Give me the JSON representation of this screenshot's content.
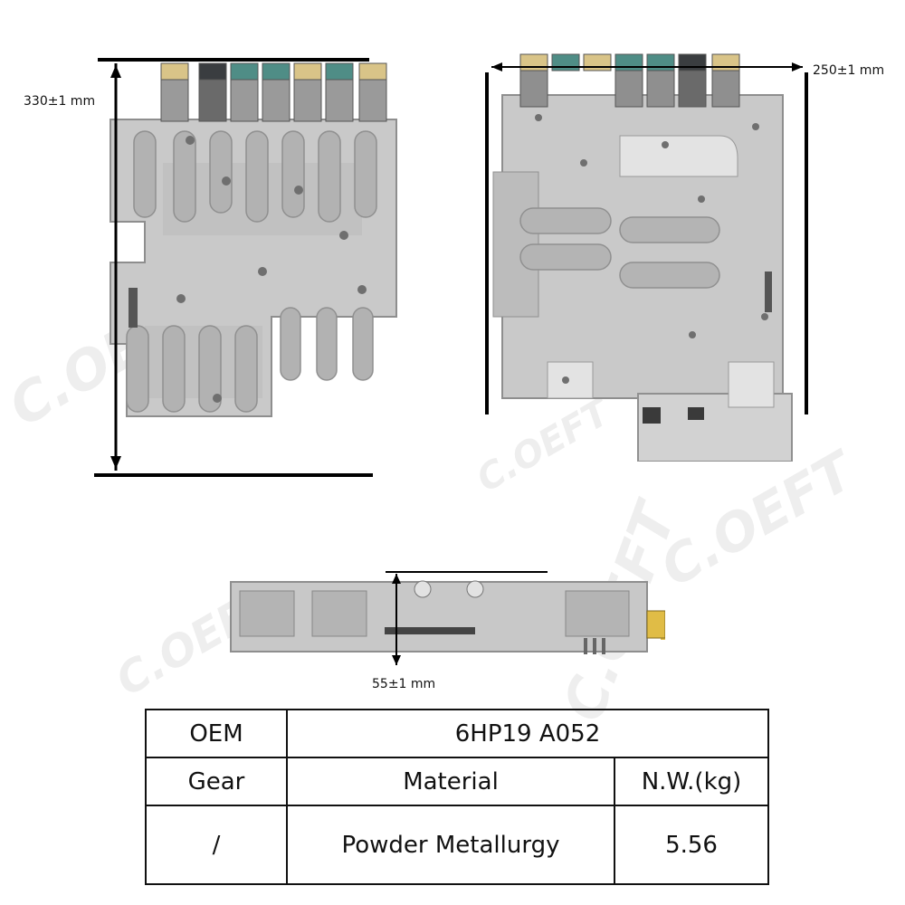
{
  "dimensions": {
    "height": "330±1 mm",
    "width": "250±1 mm",
    "thickness": "55±1 mm"
  },
  "watermark": "C.OEFT",
  "colors": {
    "aluminum": "#c9c9c9",
    "solenoid_green": "#4f8d86",
    "solenoid_tan": "#d9c488",
    "solenoid_black": "#3a3d40",
    "brass_connector": "#e0bc46"
  },
  "spec_table": {
    "oem_label": "OEM",
    "oem_value": "6HP19 A052",
    "headers": [
      "Gear",
      "Material",
      "N.W.(kg)"
    ],
    "row": [
      "/",
      "Powder Metallurgy",
      "5.56"
    ]
  }
}
